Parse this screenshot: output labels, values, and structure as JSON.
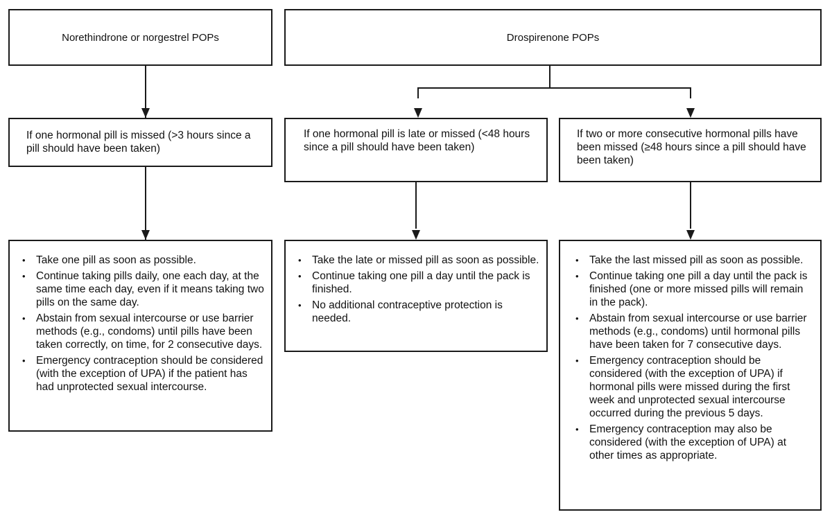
{
  "columns": {
    "norethindrone": {
      "header": "Norethindrone or norgestrel POPs",
      "condition": "If one hormonal pill is missed (>3 hours since a pill should have been taken)",
      "actions": [
        "Take one pill as soon as possible.",
        "Continue taking pills daily, one each day, at the same time each day,  even if it means taking two pills on the same day.",
        "Abstain from sexual intercourse or use barrier methods (e.g., condoms) until pills have been taken correctly, on time, for 2 consecutive days.",
        "Emergency contraception should be considered (with the exception of UPA) if the patient has had unprotected sexual intercourse."
      ]
    },
    "drospirenone": {
      "header": "Drospirenone POPs",
      "late": {
        "condition": "If one hormonal pill is late or missed (<48 hours since a pill should have been taken)",
        "actions": [
          "Take the late or missed pill as soon as possible.",
          "Continue taking one pill a day until the pack is finished.",
          "No additional contraceptive protection is needed."
        ]
      },
      "missed": {
        "condition": "If two or more consecutive hormonal pills have been missed (≥48 hours since a pill should have been taken)",
        "actions": [
          "Take the last missed pill as soon as possible.",
          "Continue taking one pill a day until the pack is finished (one or more missed pills will remain in the pack).",
          "Abstain from sexual intercourse or use barrier methods (e.g., condoms) until hormonal pills have been taken for 7 consecutive days.",
          "Emergency contraception should be considered (with the exception of UPA) if hormonal pills were missed during the first week and unprotected sexual intercourse occurred during the previous 5 days.",
          "Emergency contraception may also be considered (with the exception of UPA) at other times as appropriate."
        ]
      }
    }
  }
}
